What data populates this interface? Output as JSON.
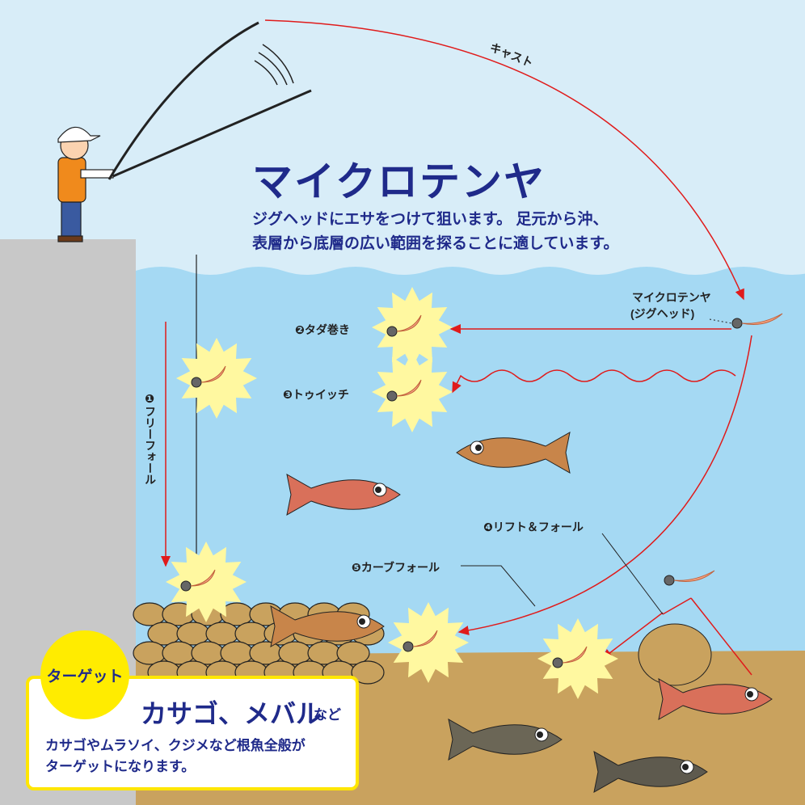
{
  "cast_label": "キャスト",
  "title": "マイクロテンヤ",
  "description": [
    "ジグヘッドにエサをつけて狙います。 足元から沖、",
    "表層から底層の広い範囲を探ることに適しています。"
  ],
  "lure_label": [
    "マイクロテンヤ",
    "(ジグヘッド)"
  ],
  "techniques": {
    "free_fall": "❶フリーフォール",
    "tada_maki": "❷タダ巻き",
    "twitch": "❸トゥイッチ",
    "lift_fall": "❹リフト＆フォール",
    "curve_fall": "❺カーブフォール"
  },
  "target": {
    "badge": "ターゲット",
    "fish": "カサゴ、メバル",
    "suffix": "など",
    "note": [
      "カサゴやムラソイ、クジメなど根魚全般が",
      "ターゲットになります。"
    ]
  },
  "colors": {
    "sky": "#d8edf8",
    "water": "#a5d9f3",
    "seabed": "#c9a25e",
    "wall": "#c8c8c8",
    "accent": "#1f2a8a",
    "arrow": "#e01b1b",
    "badge": "#ffec00"
  }
}
